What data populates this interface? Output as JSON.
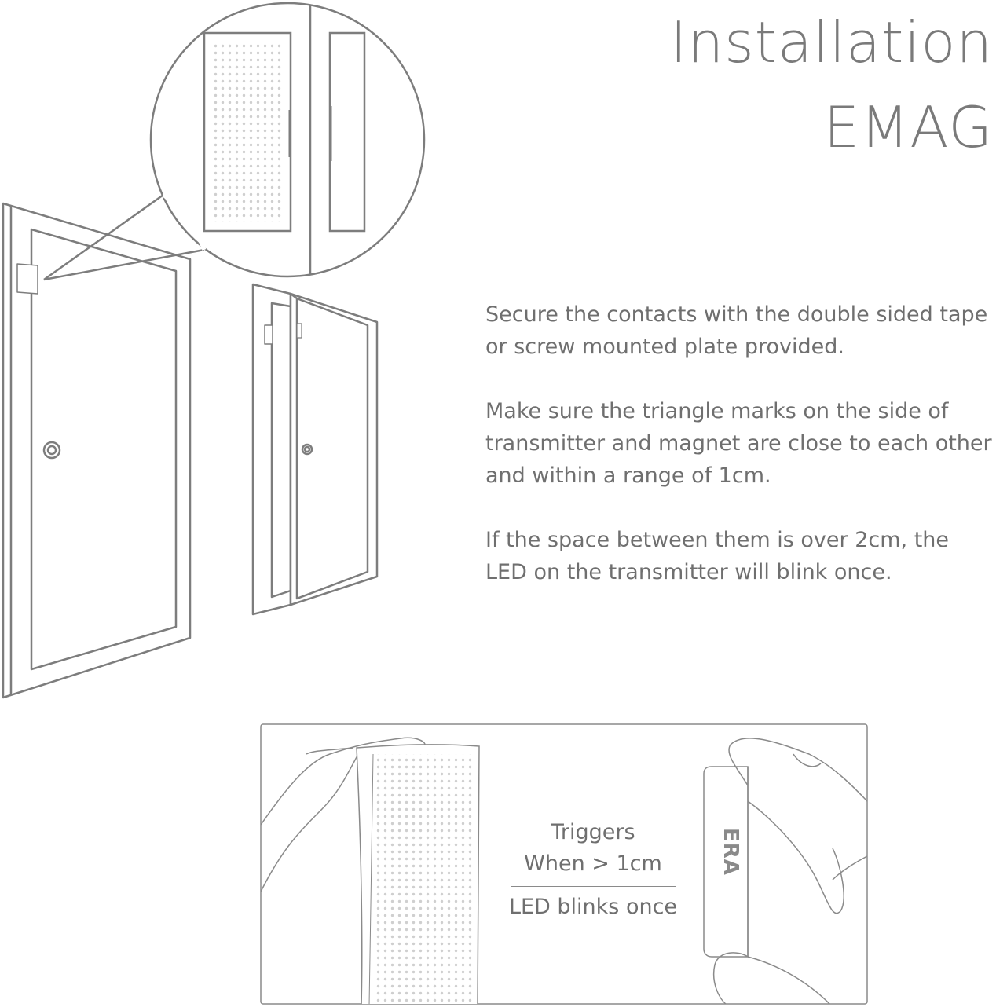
{
  "title": {
    "line1": "Installation",
    "line2": "EMAG"
  },
  "instructions": [
    "Secure the contacts with the double sided tape or screw mounted plate provided.",
    "Make sure the triangle marks on the side of transmitter and magnet are close to each other and within a range of 1cm.",
    "If the space between them is over 2cm, the LED on the transmitter will blink once."
  ],
  "panel": {
    "line1": "Triggers",
    "line2": "When > 1cm",
    "line3": "LED blinks once",
    "brand": "ERA"
  },
  "colors": {
    "line": "#7d7d7d",
    "text": "#6f6f6f",
    "dots": "#cfcfcf"
  },
  "icons": [
    "door-icon",
    "open-door-icon",
    "sensor-zoom-icon",
    "hand-icon"
  ]
}
